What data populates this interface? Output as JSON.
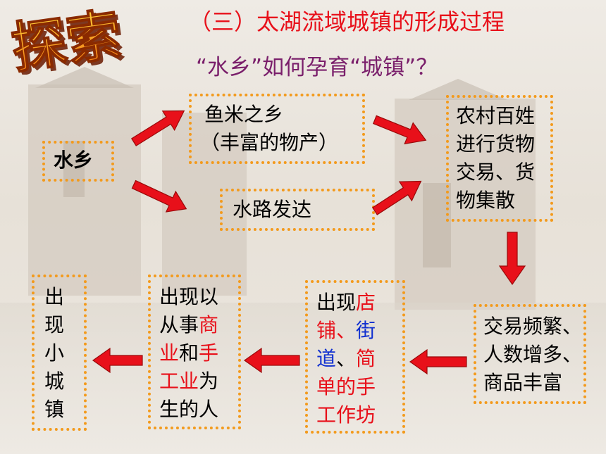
{
  "logo_text": "探索",
  "title": "（三）太湖流域城镇的形成过程",
  "subtitle": "“水乡”如何孕育“城镇”？",
  "colors": {
    "title": "#e8101a",
    "subtitle": "#7a1f6b",
    "box_border": "#f39a1c",
    "arrow": "#e8101a",
    "highlight_red": "#e8101a",
    "highlight_blue": "#1030d0"
  },
  "nodes": {
    "shuixiang": "水乡",
    "yumi": {
      "line1": "鱼米之乡",
      "line2": "（丰富的物产）"
    },
    "shuilu": "水路发达",
    "nongcun": [
      "农村百姓",
      "进行货物",
      "交易、货",
      "物集散"
    ],
    "jiaoyi": [
      "交易频繁、",
      "人数增多、",
      "商品丰富"
    ],
    "dianpu": {
      "l1a": "出现",
      "l1b": "店",
      "l2a": "铺、",
      "l2b": "街",
      "l3a": "道",
      "l3b": "、",
      "l3c": "简",
      "l4": "单的手",
      "l5": "工作坊"
    },
    "congshi": {
      "l1": "出现以",
      "l2a": "从事",
      "l2b": "商",
      "l3a": "业",
      "l3b": "和",
      "l3c": "手",
      "l4a": "工业",
      "l4b": "为",
      "l5": "生的人"
    },
    "xiaochengzhen": [
      "出",
      "现",
      "小",
      "城",
      "镇"
    ]
  }
}
